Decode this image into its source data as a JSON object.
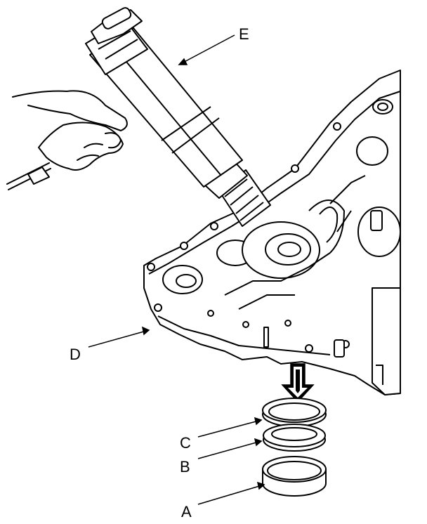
{
  "labels": {
    "a": "A",
    "b": "B",
    "c": "C",
    "d": "D",
    "e": "E"
  },
  "colors": {
    "line": "#000000",
    "fill": "#ffffff",
    "arrow": "#000000"
  }
}
